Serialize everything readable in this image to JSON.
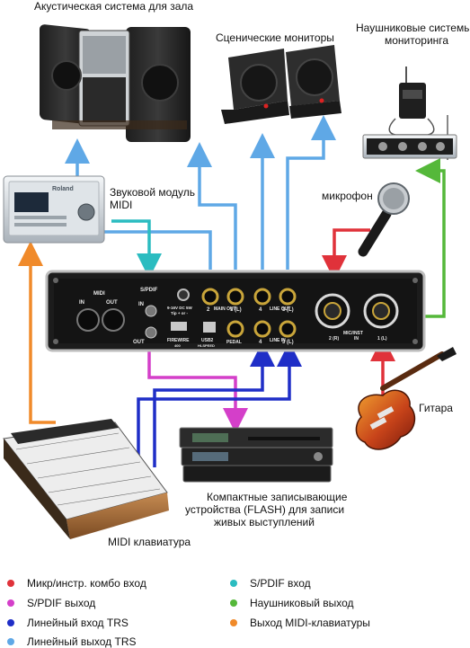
{
  "labels": {
    "pa_system": "Акустическая система для зала",
    "stage_monitors": "Сценические мониторы",
    "headphone_monitoring": "Наушниковые системы\nмониторинга",
    "sound_module": "Звуковой модуль\nMIDI",
    "microphone": "микрофон",
    "guitar": "Гитара",
    "recorders": "Компактные записывающие\nустройства (FLASH) для записи\nживых выступлений",
    "midi_keyboard": "MIDI клавиатура"
  },
  "device_text": {
    "roland": "Roland",
    "midi": "MIDI",
    "midi_in": "IN",
    "midi_out": "OUT",
    "spdif": "S/PDIF",
    "spdif_in": "IN",
    "spdif_out": "OUT",
    "power": "9-16V DC 5W",
    "power_sub": "Tip + or -",
    "main_out": "MAIN\nOUT",
    "main_2": "2",
    "main_1": "1 (L)",
    "line_out": "LINE\nOUT",
    "lo_4": "4",
    "lo_3": "3 (L)",
    "line_in": "LINE\nIN",
    "li_4": "4",
    "li_3": "3 (L)",
    "firewire": "FIREWIRE",
    "firewire_sub": "400",
    "usb": "USB2",
    "usb_sub": "HI-SPEED",
    "pedal": "PEDAL",
    "mic_inst": "MIC/INST",
    "mic_2": "2\n(R)",
    "mic_in": "IN",
    "mic_1": "1\n(L)"
  },
  "colors": {
    "mic_combo": "#e0323a",
    "spdif_out": "#d43fc9",
    "line_in": "#1f2ec7",
    "line_out": "#5fa8e6",
    "spdif_in": "#2bbcc0",
    "headphone": "#55b83a",
    "midi_out": "#f08a2a"
  },
  "legend": [
    {
      "color": "#e0323a",
      "text": "Микр/инстр. комбо вход"
    },
    {
      "color": "#d43fc9",
      "text": "S/PDIF выход"
    },
    {
      "color": "#1f2ec7",
      "text": "Линейный вход TRS"
    },
    {
      "color": "#5fa8e6",
      "text": "Линейный выход TRS"
    },
    {
      "color": "#2bbcc0",
      "text": "S/PDIF вход"
    },
    {
      "color": "#55b83a",
      "text": "Наушниковый выход"
    },
    {
      "color": "#f08a2a",
      "text": "Выход MIDI-клавиатуры"
    }
  ]
}
